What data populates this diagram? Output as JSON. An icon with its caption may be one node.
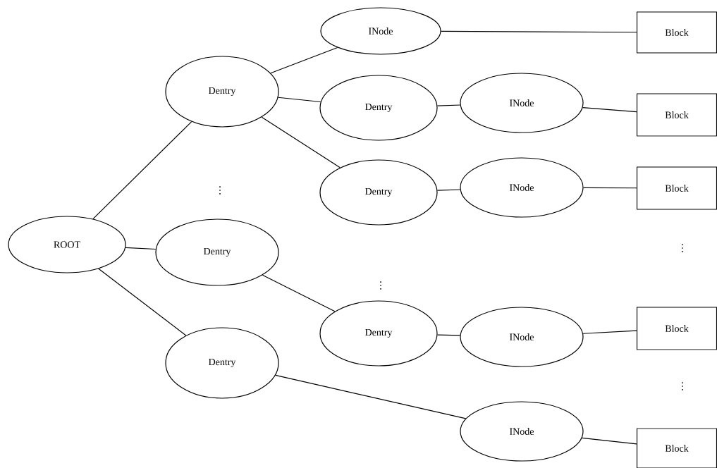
{
  "diagram": {
    "nodes": [
      {
        "text": [
          "ROOT"
        ]
      },
      {
        "text": [
          "Dentry"
        ]
      },
      {
        "text": [
          "Dentry"
        ]
      },
      {
        "text": [
          "Dentry"
        ]
      },
      {
        "text": [
          "INode"
        ]
      },
      {
        "text": [
          "Dentry"
        ]
      },
      {
        "text": [
          "Dentry"
        ]
      },
      {
        "text": [
          "Dentry"
        ]
      },
      {
        "text": [
          "INode"
        ]
      },
      {
        "text": [
          "INode"
        ]
      },
      {
        "text": [
          "INode"
        ]
      },
      {
        "text": [
          "INode"
        ]
      },
      {
        "text": [
          "Block"
        ]
      },
      {
        "text": [
          "Block"
        ]
      },
      {
        "text": [
          "Block"
        ]
      },
      {
        "text": [
          "Block"
        ]
      },
      {
        "text": [
          "Block"
        ]
      }
    ],
    "edges": [
      {
        "from": 0,
        "to": 1,
        "arrow": "none"
      },
      {
        "from": 0,
        "to": 2,
        "arrow": "none"
      },
      {
        "from": 0,
        "to": 3,
        "arrow": "none"
      },
      {
        "from": 1,
        "to": 4,
        "arrow": "none"
      },
      {
        "from": 1,
        "to": 5,
        "arrow": "none"
      },
      {
        "from": 1,
        "to": 6,
        "arrow": "none"
      },
      {
        "from": 2,
        "to": 7,
        "arrow": "none"
      },
      {
        "from": 3,
        "to": 11,
        "arrow": "none"
      },
      {
        "from": 4,
        "to": 12,
        "arrow": "none"
      },
      {
        "from": 5,
        "to": 8,
        "arrow": "none"
      },
      {
        "from": 6,
        "to": 9,
        "arrow": "none"
      },
      {
        "from": 7,
        "to": 10,
        "arrow": "none"
      },
      {
        "from": 8,
        "to": 13,
        "arrow": "none"
      },
      {
        "from": 9,
        "to": 14,
        "arrow": "none"
      },
      {
        "from": 10,
        "to": 15,
        "arrow": "none"
      },
      {
        "from": 11,
        "to": 16,
        "arrow": "none"
      }
    ],
    "labels": [
      "⋮",
      "⋮",
      "⋮",
      "⋮"
    ]
  }
}
